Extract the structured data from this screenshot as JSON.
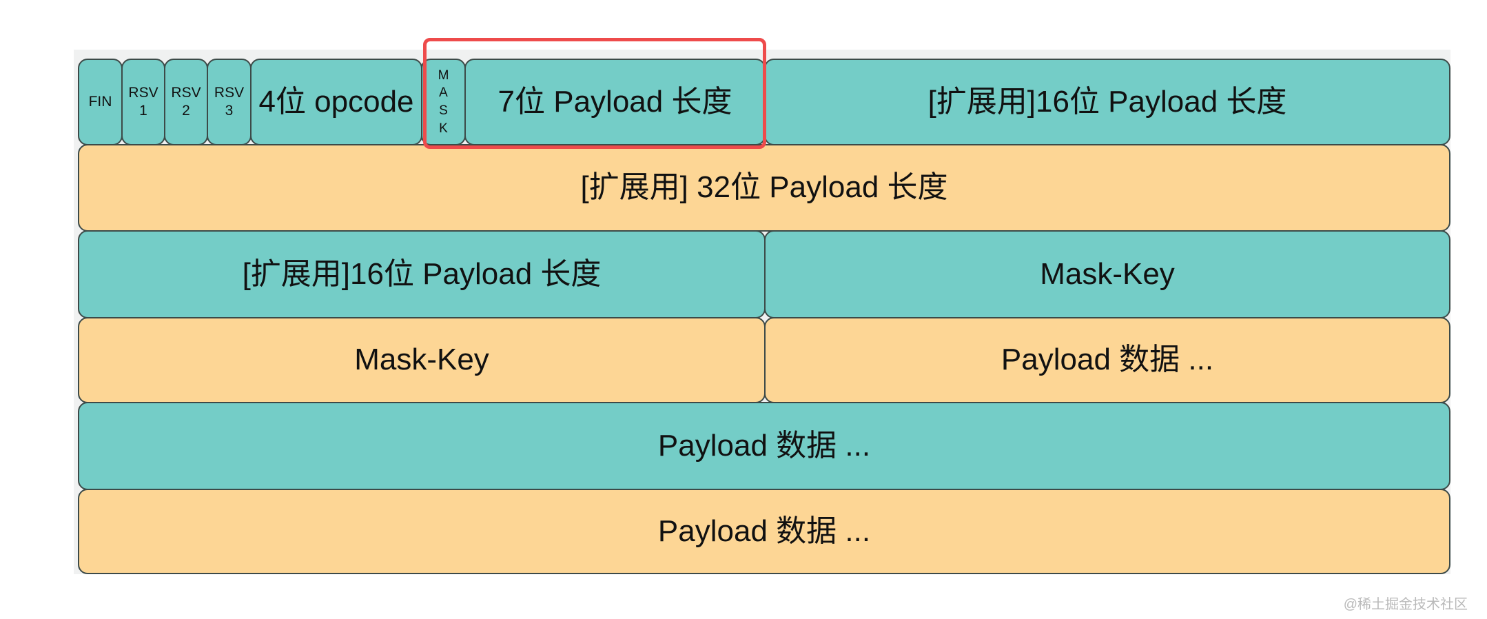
{
  "diagram": {
    "title": "WebSocket frame format",
    "row1": {
      "fin": "FIN",
      "rsv1": [
        "RSV",
        "1"
      ],
      "rsv2": [
        "RSV",
        "2"
      ],
      "rsv3": [
        "RSV",
        "3"
      ],
      "opcode": "4位 opcode",
      "mask": [
        "M",
        "A",
        "S",
        "K"
      ],
      "payload_len_7": "7位 Payload 长度",
      "ext_payload_len_16": "[扩展用]16位 Payload 长度"
    },
    "row2": {
      "ext_payload_len_32": "[扩展用] 32位 Payload 长度"
    },
    "row3": {
      "ext_payload_len_16": "[扩展用]16位 Payload 长度",
      "mask_key": "Mask-Key"
    },
    "row4": {
      "mask_key": "Mask-Key",
      "payload_data": "Payload 数据 ..."
    },
    "row5": {
      "payload_data": "Payload 数据 ..."
    },
    "row6": {
      "payload_data": "Payload 数据 ..."
    },
    "colors": {
      "teal": "#74cdc7",
      "orange": "#fdd695",
      "highlight": "#ee4b4b"
    }
  },
  "watermark": "@稀土掘金技术社区"
}
